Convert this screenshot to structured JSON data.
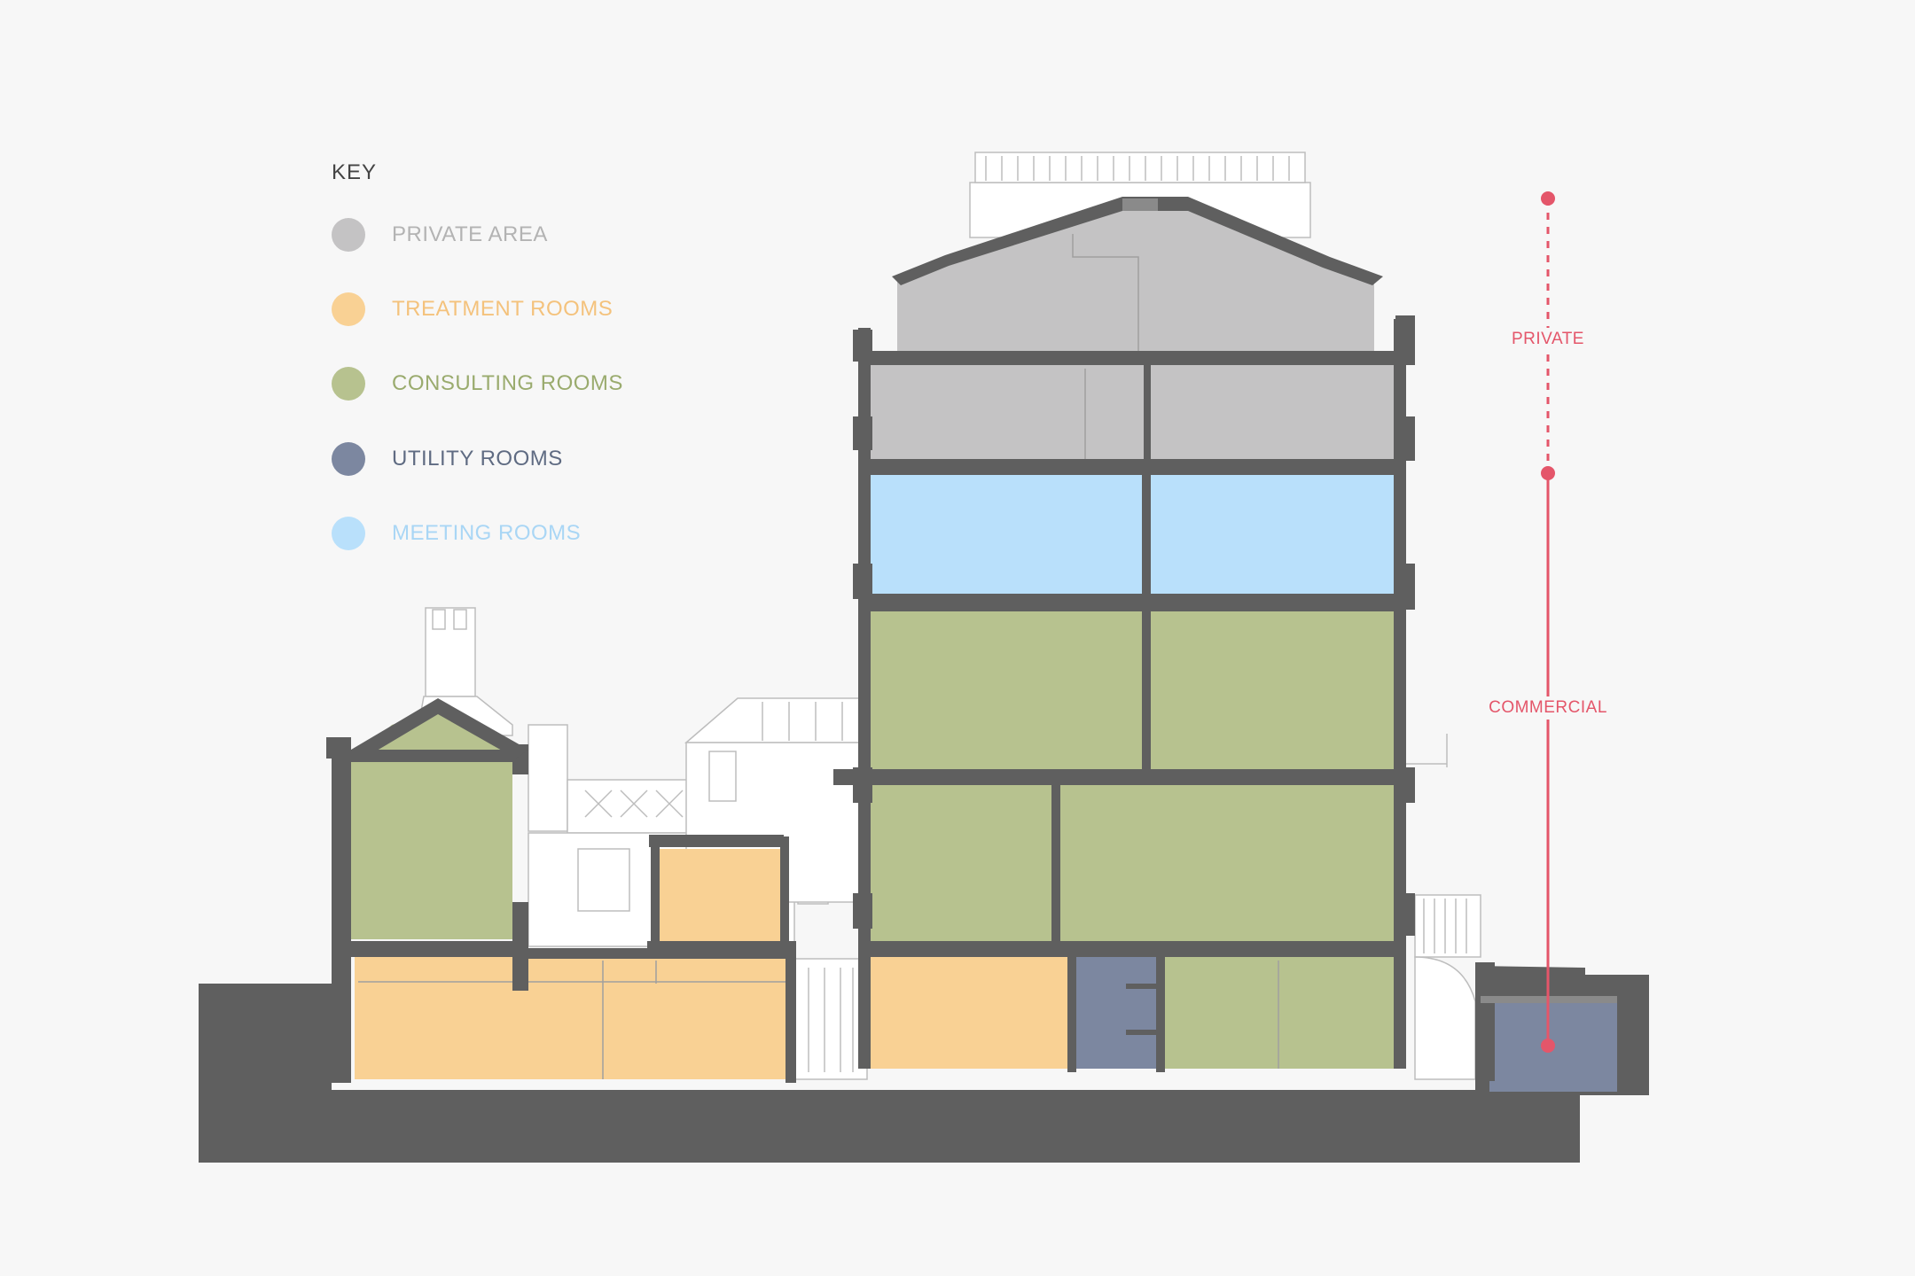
{
  "key": {
    "title": "KEY",
    "items": [
      {
        "id": "private",
        "label": "PRIVATE AREA",
        "color": "#c4c3c4",
        "text_color": "#b3b3b3"
      },
      {
        "id": "treatment",
        "label": "TREATMENT ROOMS",
        "color": "#f9d194",
        "text_color": "#f4c27c"
      },
      {
        "id": "consulting",
        "label": "CONSULTING ROOMS",
        "color": "#b7c28f",
        "text_color": "#9aab6e"
      },
      {
        "id": "utility",
        "label": "UTILITY ROOMS",
        "color": "#7c87a0",
        "text_color": "#5f6b82"
      },
      {
        "id": "meeting",
        "label": "MEETING ROOMS",
        "color": "#b9e0fb",
        "text_color": "#a9d6f5"
      }
    ]
  },
  "zones": {
    "private_label": "PRIVATE",
    "commercial_label": "COMMERCIAL",
    "accent_color": "#e4566a"
  },
  "colors": {
    "wall": "#5f5f5f",
    "ground": "#5f5f5f",
    "outline": "#bdbdbd",
    "background": "#f7f7f7"
  }
}
